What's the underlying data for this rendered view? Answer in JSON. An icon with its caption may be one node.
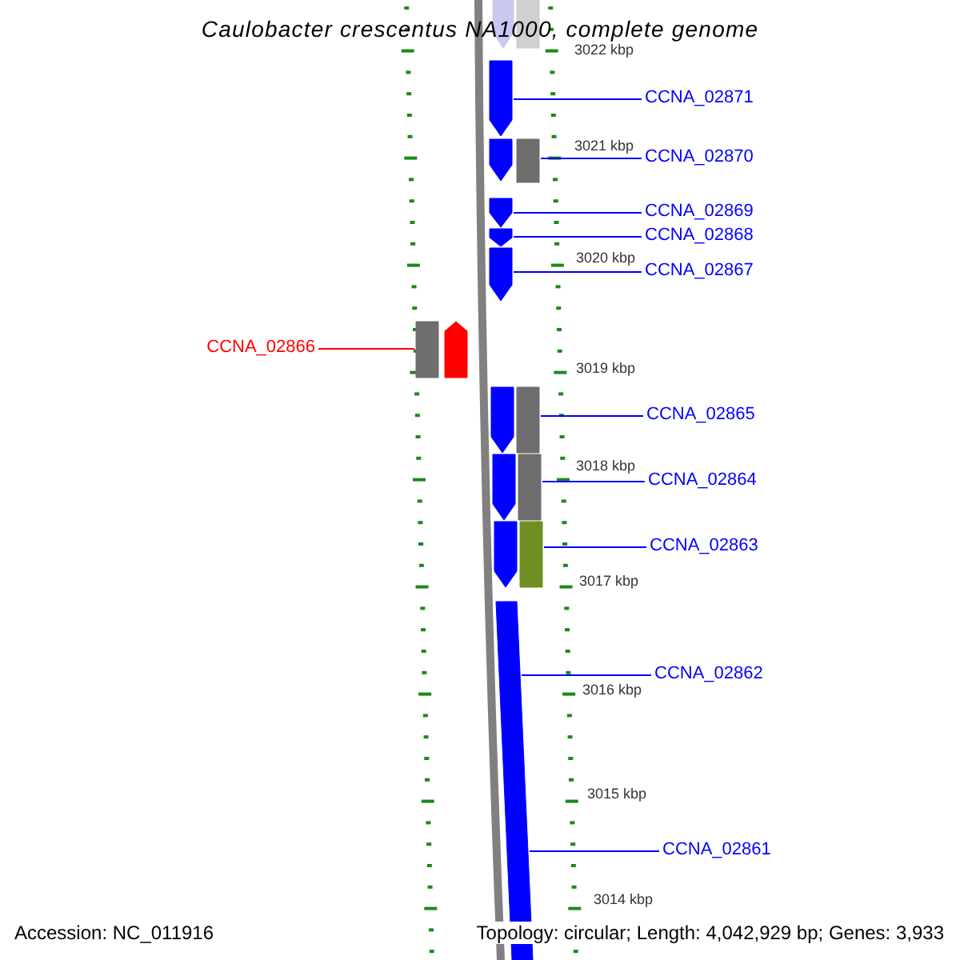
{
  "diagram": {
    "title": "Caulobacter crescentus NA1000, complete genome",
    "nodes": [
      {
        "text": [
          "CCNA_02871"
        ]
      },
      {
        "text": [
          "CCNA_02870"
        ]
      },
      {
        "text": [
          "CCNA_02869"
        ]
      },
      {
        "text": [
          "CCNA_02868"
        ]
      },
      {
        "text": [
          "CCNA_02867"
        ]
      },
      {
        "text": [
          "CCNA_02866"
        ]
      },
      {
        "text": [
          "CCNA_02865"
        ]
      },
      {
        "text": [
          "CCNA_02864"
        ]
      },
      {
        "text": [
          "CCNA_02863"
        ]
      },
      {
        "text": [
          "CCNA_02862"
        ]
      },
      {
        "text": [
          "CCNA_02861"
        ]
      },
      {
        "text": [],
        "shape": "pentagon"
      },
      {
        "text": [],
        "shape": "box"
      },
      {
        "text": [],
        "shape": "pentagon"
      },
      {
        "text": [],
        "shape": "pentagon"
      },
      {
        "text": [],
        "shape": "box"
      },
      {
        "text": [],
        "shape": "pentagon"
      },
      {
        "text": [],
        "shape": "pentagon"
      },
      {
        "text": [],
        "shape": "pentagon"
      },
      {
        "text": [],
        "shape": "box"
      },
      {
        "text": [],
        "shape": "pentagon"
      },
      {
        "text": [],
        "shape": "pentagon"
      },
      {
        "text": [],
        "shape": "box"
      },
      {
        "text": [],
        "shape": "pentagon"
      },
      {
        "text": [],
        "shape": "box"
      },
      {
        "text": [],
        "shape": "pentagon"
      },
      {
        "text": [],
        "shape": "box"
      },
      {
        "text": [],
        "shape": "box"
      }
    ],
    "edges": [
      {
        "from": 0,
        "to": 13,
        "arrow": "none"
      },
      {
        "from": 1,
        "to": 15,
        "arrow": "none"
      },
      {
        "from": 2,
        "to": 16,
        "arrow": "none"
      },
      {
        "from": 3,
        "to": 17,
        "arrow": "none"
      },
      {
        "from": 4,
        "to": 18,
        "arrow": "none"
      },
      {
        "from": 5,
        "to": 19,
        "arrow": "none",
        "color": "#ff0000"
      },
      {
        "from": 6,
        "to": 22,
        "arrow": "none"
      },
      {
        "from": 7,
        "to": 24,
        "arrow": "none"
      },
      {
        "from": 8,
        "to": 26,
        "arrow": "none"
      },
      {
        "from": 9,
        "to": 27,
        "arrow": "none"
      },
      {
        "from": 10,
        "to": 27,
        "arrow": "none"
      }
    ],
    "labels": [
      "3022 kbp",
      "3021 kbp",
      "3020 kbp",
      "3019 kbp",
      "3018 kbp",
      "3017 kbp",
      "3016 kbp",
      "3015 kbp",
      "3014 kbp",
      "Accession: NC_011916",
      "Topology: circular; Length: 4,042,929 bp; Genes: 3,933"
    ]
  }
}
